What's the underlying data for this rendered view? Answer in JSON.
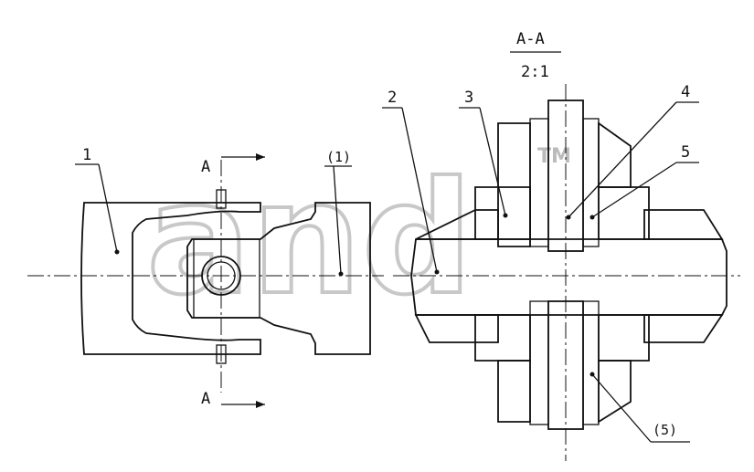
{
  "watermark": {
    "text": "and",
    "tm": "TM"
  },
  "section": {
    "name": "A-A",
    "scale": "2:1",
    "cut_label_top": "A",
    "cut_label_bottom": "A"
  },
  "callouts": {
    "p1": "1",
    "p1_ref": "(1)",
    "p2": "2",
    "p3": "3",
    "p4": "4",
    "p5": "5",
    "p5_ref": "(5)"
  }
}
